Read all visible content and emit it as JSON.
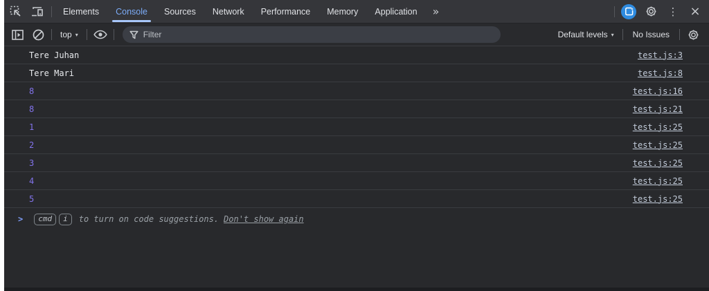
{
  "tabbar": {
    "tabs": [
      {
        "label": "Elements",
        "active": false
      },
      {
        "label": "Console",
        "active": true
      },
      {
        "label": "Sources",
        "active": false
      },
      {
        "label": "Network",
        "active": false
      },
      {
        "label": "Performance",
        "active": false
      },
      {
        "label": "Memory",
        "active": false
      },
      {
        "label": "Application",
        "active": false
      }
    ],
    "icons": {
      "more_tabs_glyph": "»",
      "kebab_glyph": "⋮",
      "close_glyph": "×"
    }
  },
  "toolbar": {
    "context_selector_label": "top",
    "caret_glyph": "▾",
    "filter_placeholder": "Filter",
    "levels_selector_label": "Default levels",
    "issues_label": "No Issues"
  },
  "console": {
    "messages": [
      {
        "text": "Tere Juhan",
        "type": "string",
        "source": "test.js:3"
      },
      {
        "text": "Tere Mari",
        "type": "string",
        "source": "test.js:8"
      },
      {
        "text": "8",
        "type": "number",
        "source": "test.js:16"
      },
      {
        "text": "8",
        "type": "number",
        "source": "test.js:21"
      },
      {
        "text": "1",
        "type": "number",
        "source": "test.js:25"
      },
      {
        "text": "2",
        "type": "number",
        "source": "test.js:25"
      },
      {
        "text": "3",
        "type": "number",
        "source": "test.js:25"
      },
      {
        "text": "4",
        "type": "number",
        "source": "test.js:25"
      },
      {
        "text": "5",
        "type": "number",
        "source": "test.js:25"
      }
    ],
    "hint": {
      "prompt_glyph": ">",
      "key1": "cmd",
      "key2": "i",
      "text": "to turn on code suggestions.",
      "link_label": "Don't show again"
    }
  },
  "colors": {
    "accent_blue": "#7CACF8",
    "tab_underline": "#A8C7FA",
    "number_purple": "#8273EB",
    "source_link": "#C2CBD9",
    "topbar_bg": "#35363A",
    "toolbar_bg": "#292A2D",
    "console_bg": "#28292C",
    "ai_badge_bg": "#2E8BE0"
  }
}
